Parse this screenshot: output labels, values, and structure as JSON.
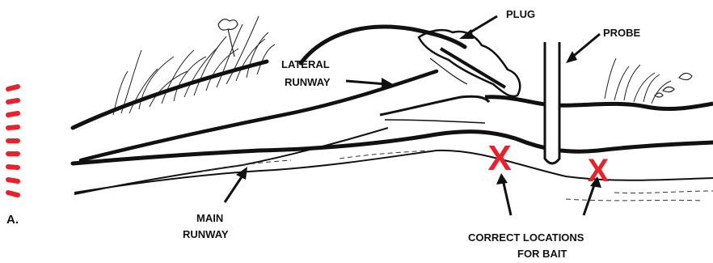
{
  "figure_letter": "A.",
  "labels": {
    "plug": "PLUG",
    "probe": "PROBE",
    "lateral_line1": "LATERAL",
    "lateral_line2": "RUNWAY",
    "main_line1": "MAIN",
    "main_line2": "RUNWAY",
    "correct_line1": "CORRECT LOCATIONS",
    "correct_line2": "FOR BAIT"
  },
  "colors": {
    "ink": "#111111",
    "marker": "#e8222a"
  },
  "bait_markers": [
    "X",
    "X"
  ]
}
